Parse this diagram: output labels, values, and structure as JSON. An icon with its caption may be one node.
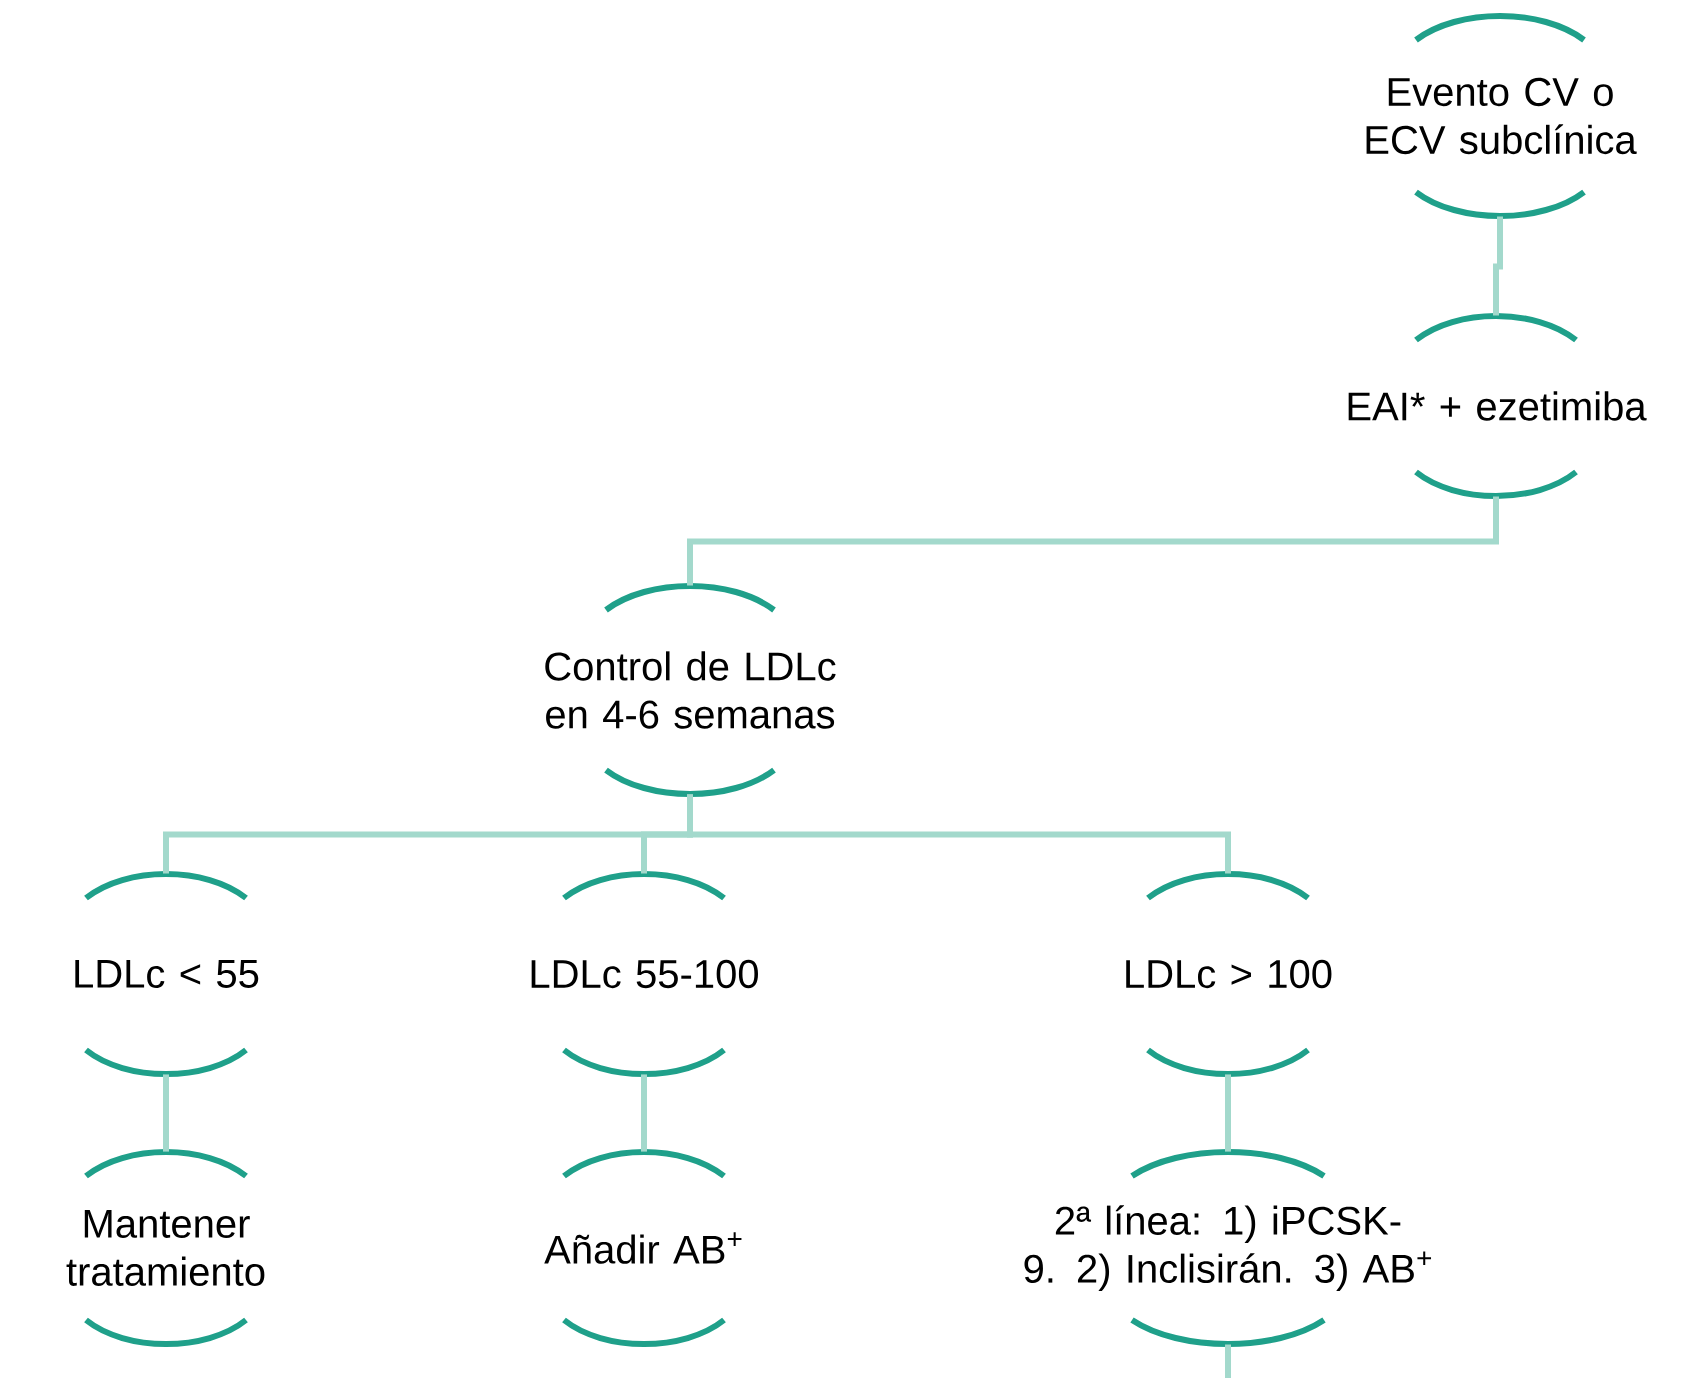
{
  "diagram": {
    "nodes": [
      {
        "text": [
          "Evento CV o ECV subclínica"
        ]
      },
      {
        "text": [
          "EAI* + ezetimiba"
        ]
      },
      {
        "text": [
          "Control de LDLc en 4-6 semanas"
        ]
      },
      {
        "text": [
          "LDLc < 55"
        ]
      },
      {
        "text": [
          "LDLc 55-100"
        ]
      },
      {
        "text": [
          "LDLc > 100"
        ]
      },
      {
        "text": [
          "Mantener tratamiento"
        ]
      },
      {
        "text": [
          "Añadir AB$^{+}$"
        ]
      },
      {
        "text": [
          "2ª línea: 1) iPCSK-9. 2) Inclisirán. 3) AB$^{+}$"
        ]
      }
    ],
    "edges": [
      {
        "from": 0,
        "to": 1,
        "arrow": "none"
      },
      {
        "from": 1,
        "to": 2,
        "arrow": "none"
      },
      {
        "from": 2,
        "to": 3,
        "arrow": "none"
      },
      {
        "from": 2,
        "to": 4,
        "arrow": "none"
      },
      {
        "from": 2,
        "to": 5,
        "arrow": "none"
      },
      {
        "from": 3,
        "to": 6,
        "arrow": "none"
      },
      {
        "from": 4,
        "to": 7,
        "arrow": "none"
      },
      {
        "from": 5,
        "to": 8,
        "arrow": "none"
      },
      {
        "from": 8,
        "to": null,
        "arrow": "none"
      }
    ]
  }
}
